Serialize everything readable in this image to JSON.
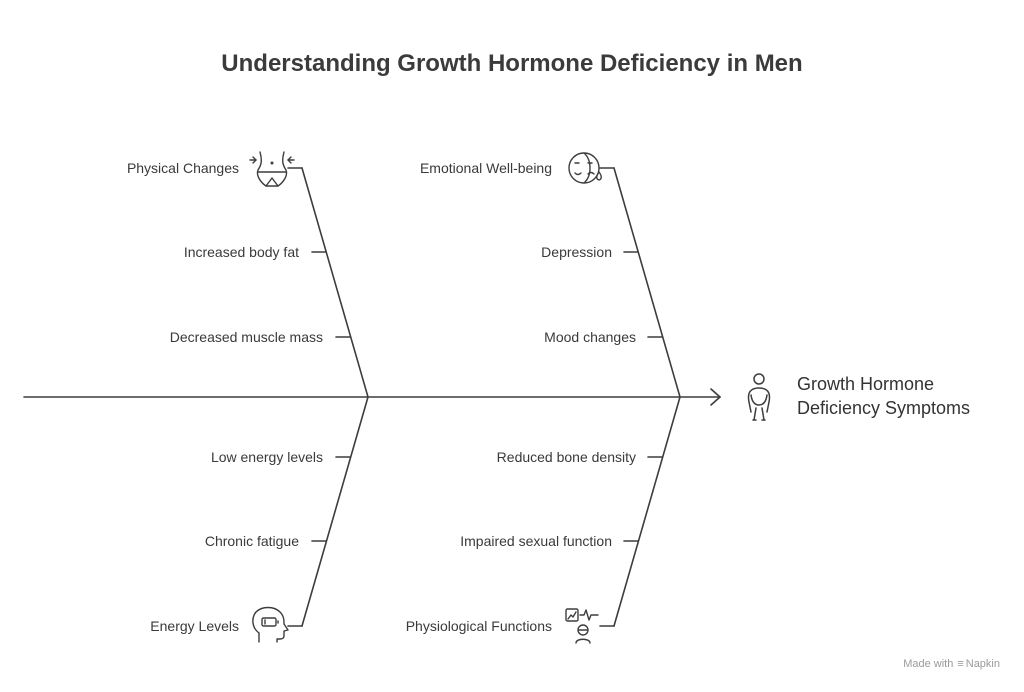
{
  "title": "Understanding Growth Hormone Deficiency in Men",
  "effect": {
    "line1": "Growth Hormone",
    "line2": "Deficiency Symptoms",
    "icon": "person-icon"
  },
  "categories": [
    {
      "name": "Physical Changes",
      "icon": "waist-measure-icon",
      "causes": [
        "Increased body fat",
        "Decreased muscle mass"
      ]
    },
    {
      "name": "Emotional Well-being",
      "icon": "emotion-masks-icon",
      "causes": [
        "Depression",
        "Mood changes"
      ]
    },
    {
      "name": "Energy Levels",
      "icon": "head-battery-icon",
      "causes": [
        "Low energy levels",
        "Chronic fatigue"
      ]
    },
    {
      "name": "Physiological Functions",
      "icon": "physiology-icon",
      "causes": [
        "Reduced bone density",
        "Impaired sexual function"
      ]
    }
  ],
  "footer": {
    "prefix": "Made with",
    "brand": "Napkin"
  },
  "colors": {
    "line": "#3d3d3d",
    "text": "#3a3a3a",
    "footer": "#9a9a9a"
  }
}
